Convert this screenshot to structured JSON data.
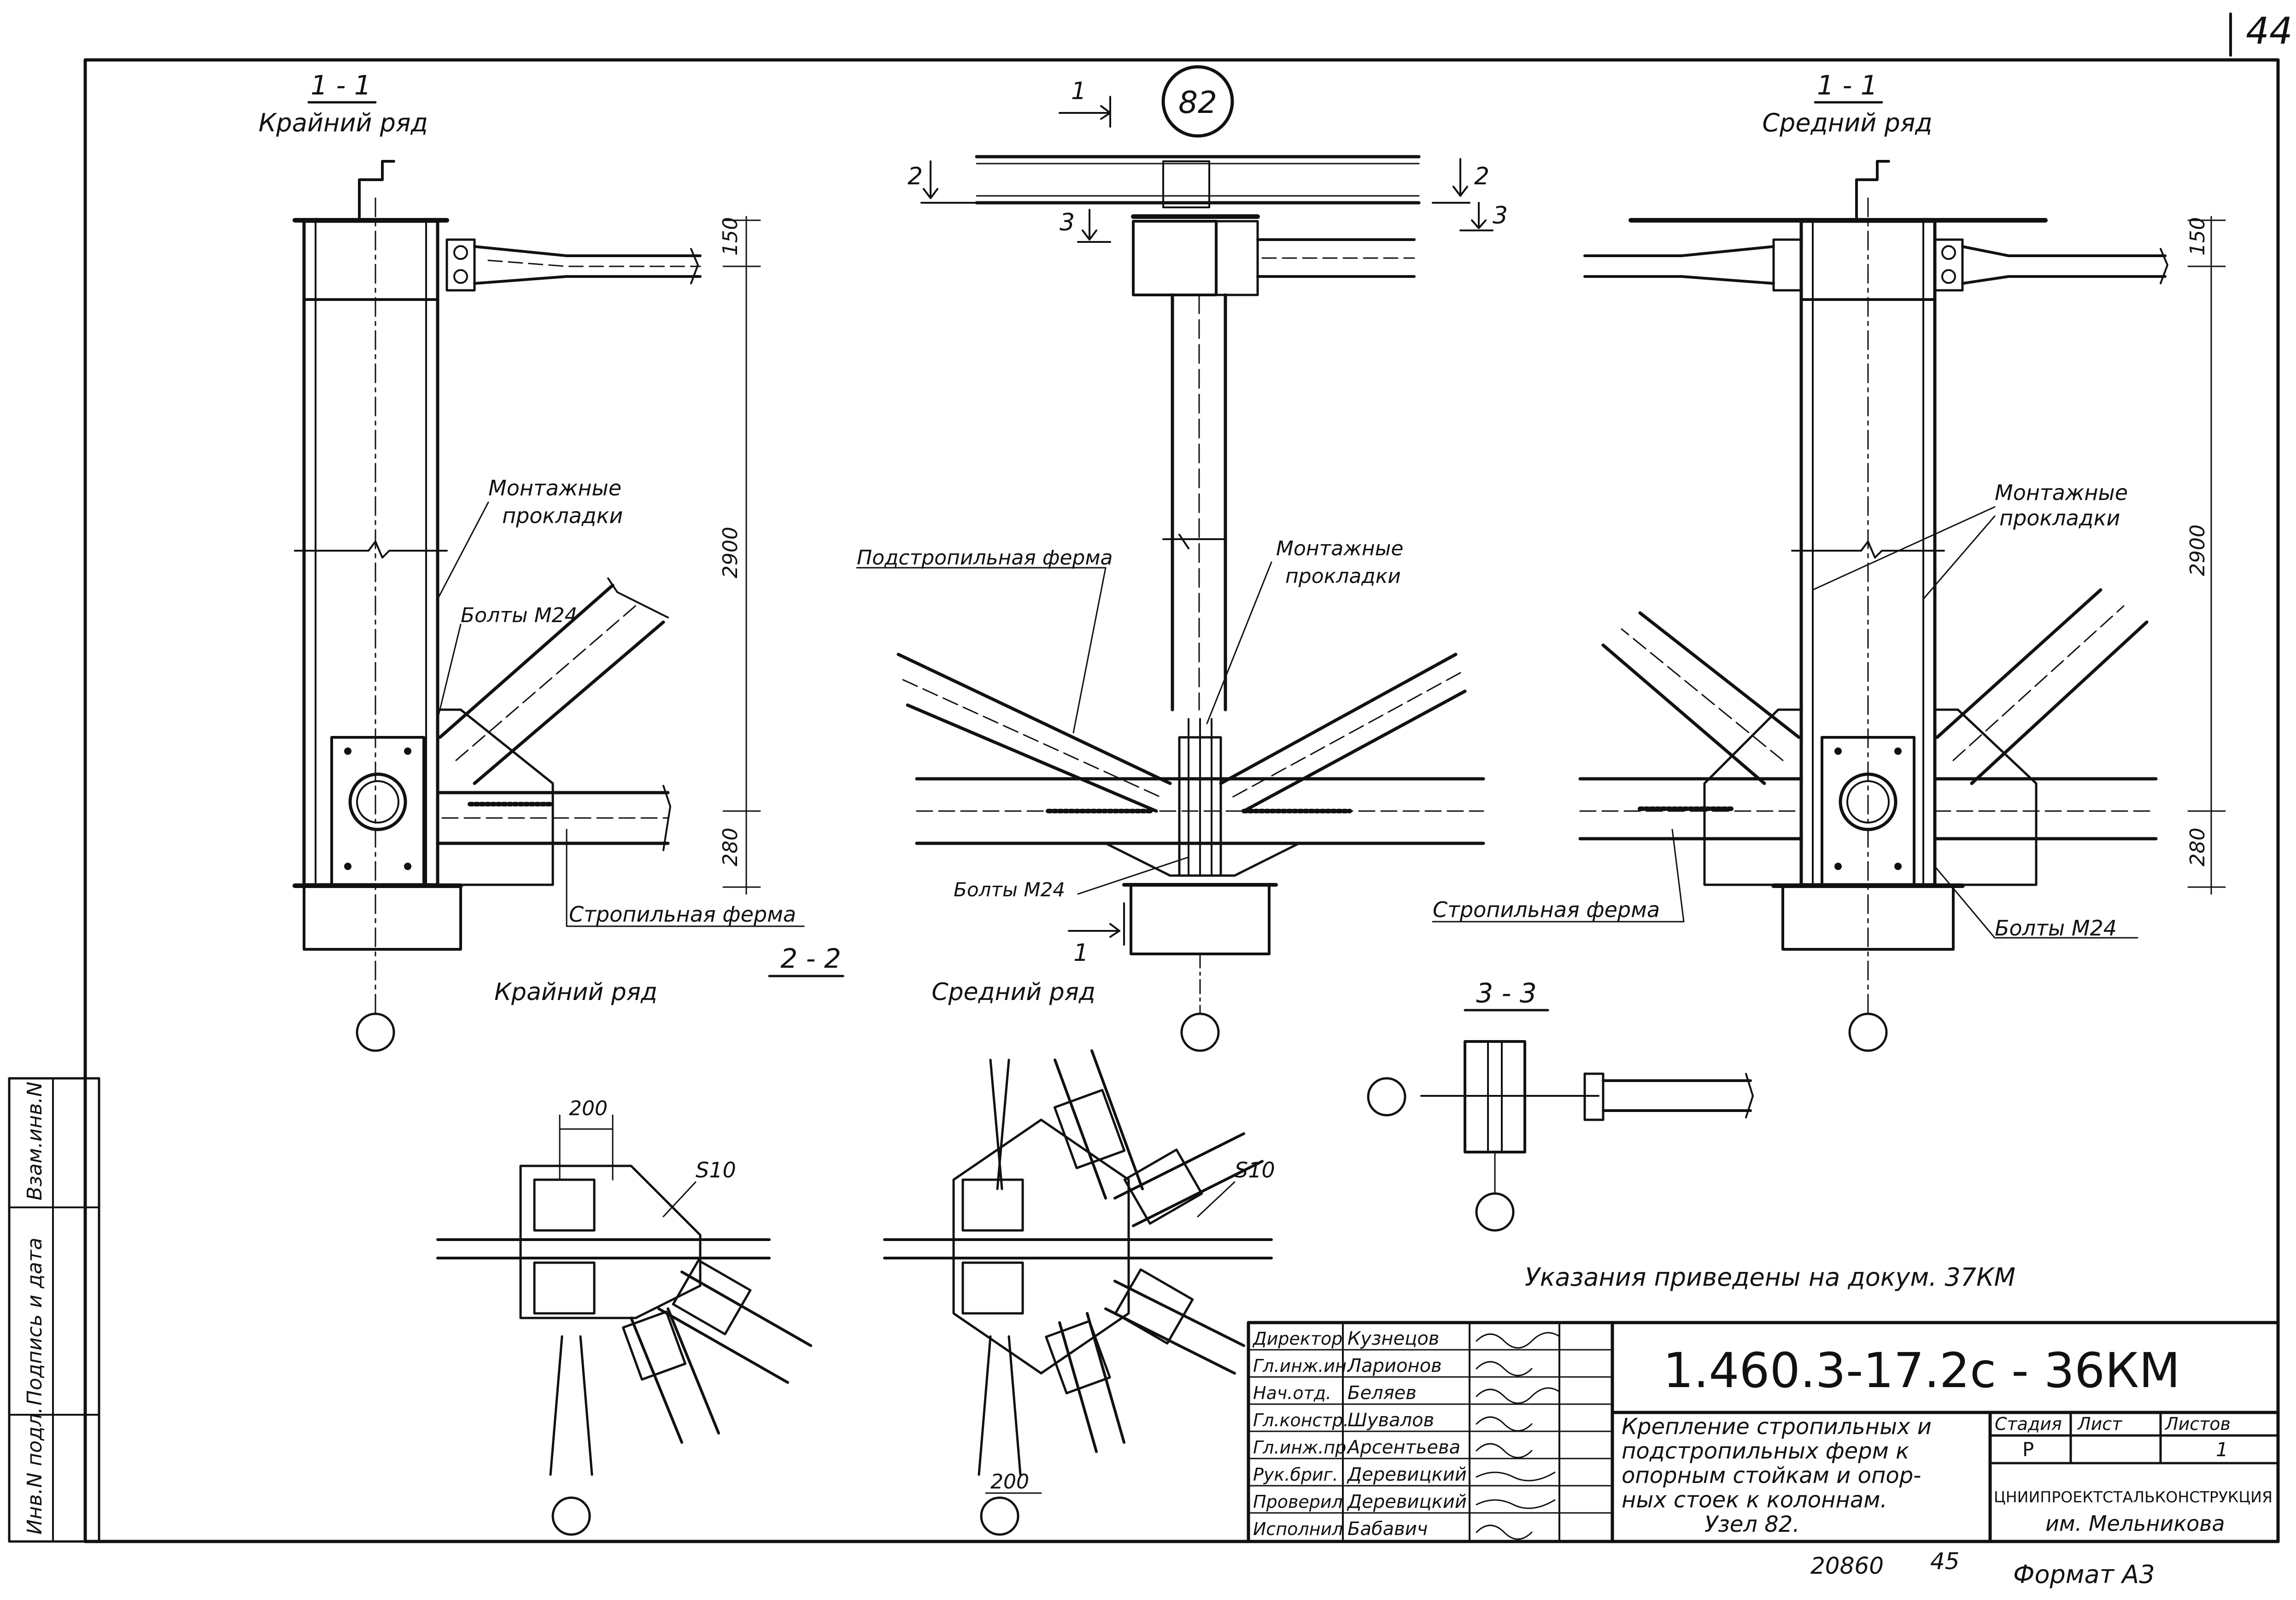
{
  "sheet_number": "44",
  "node_number": "82",
  "views": {
    "left_section": {
      "id": "1 - 1",
      "name": "Крайний ряд"
    },
    "mid_section_marks": {
      "s1": "1",
      "s2": "2",
      "s3": "3"
    },
    "right_section": {
      "id": "1 - 1",
      "name": "Средний ряд"
    },
    "plan_22": {
      "id": "2 - 2",
      "left_name": "Крайний ряд",
      "right_name": "Средний ряд"
    },
    "section_33": {
      "id": "3 - 3"
    }
  },
  "dimensions": {
    "d150": "150",
    "d2900": "2900",
    "d280": "280",
    "d200": "200",
    "s10": "S10"
  },
  "callouts": {
    "montazh_pads": "Монтажные",
    "montazh_pads2": "прокладки",
    "bolts_m24_left": "Болты М24",
    "bolts_m24_mid": "Болты М24",
    "bolts_m24_right": "Болты М24",
    "podstrop": "Подстропильная ферма",
    "strop": "Стропильная ферма"
  },
  "note": "Указания приведены на докум. 37КМ",
  "side_stamp": {
    "inv_podl": "Инв.N подл.",
    "podpis": "Подпись и дата",
    "vzam": "Взам.инв.N"
  },
  "title_block": {
    "roles": [
      {
        "role": "Директор",
        "name": "Кузнецов"
      },
      {
        "role": "Гл.инж.ин.",
        "name": "Ларионов"
      },
      {
        "role": "Нач.отд.",
        "name": "Беляев"
      },
      {
        "role": "Гл.констр.",
        "name": "Шувалов"
      },
      {
        "role": "Гл.инж.пр.",
        "name": "Арсентьева"
      },
      {
        "role": "Рук.бриг.",
        "name": "Деревицкий"
      },
      {
        "role": "Проверил",
        "name": "Деревицкий"
      },
      {
        "role": "Исполнил",
        "name": "Бабавич"
      }
    ],
    "doc_code": "1.460.3-17.2с - 36КМ",
    "description": [
      "Крепление стропильных и",
      "подстропильных ферм к",
      "опорным стойкам и опор-",
      "ных стоек к колоннам.",
      "Узел 82."
    ],
    "stage_hdr": "Стадия",
    "sheet_hdr": "Лист",
    "sheets_hdr": "Листов",
    "stage_val": "Р",
    "sheet_val": "",
    "sheets_val": "1",
    "org1": "ЦНИИПРОЕКТСТАЛЬКОНСТРУКЦИЯ",
    "org2": "им. Мельникова"
  },
  "footer": {
    "inv_no": "20860",
    "inv_no2": "45",
    "format": "Формат А3"
  }
}
